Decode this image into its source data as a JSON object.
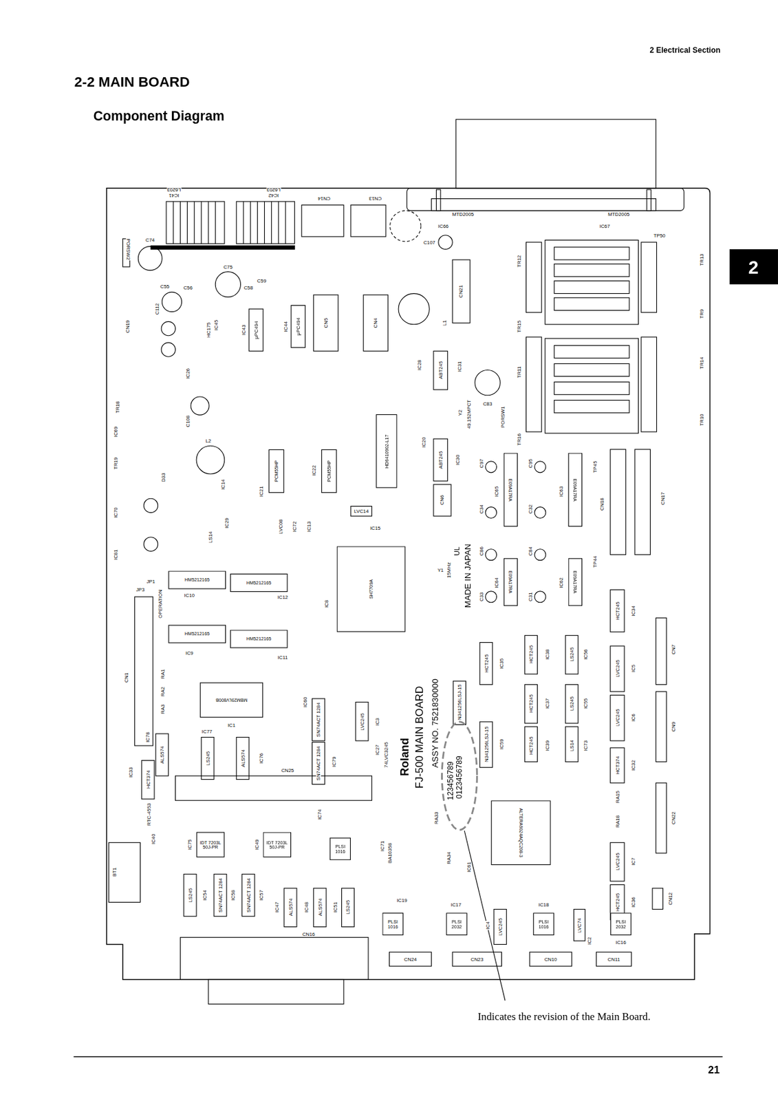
{
  "diagram": {
    "title": "2-2 MAIN BOARD",
    "caption": "Indicates the revision of the Main Board.",
    "nodes": [
      {
        "text": [
          "HM5212165"
        ]
      },
      {
        "text": [
          "HM5212165"
        ]
      },
      {
        "text": [
          "HM5212165"
        ]
      },
      {
        "text": [
          "HM5212165"
        ]
      },
      {
        "text": [
          "SH7709A"
        ]
      },
      {
        "text": [
          "MBM29LV800B"
        ]
      },
      {
        "text": [
          "ALTERA6024AQC208-3"
        ]
      },
      {
        "text": [
          "E09A17RA"
        ]
      },
      {
        "text": [
          "E09A17RA"
        ]
      },
      {
        "text": [
          "E09A17RA"
        ]
      },
      {
        "text": [
          "E09A17RA"
        ]
      },
      {
        "text": [
          "PCM55HP"
        ]
      },
      {
        "text": [
          "PCM55HP"
        ]
      },
      {
        "text": [
          "HD6410902-L17"
        ]
      },
      {
        "text": [
          "IDT 7203L 50J-PR"
        ]
      },
      {
        "text": [
          "IDT 7203L 50J-PR"
        ]
      },
      {
        "text": [
          "PLSI 1016"
        ]
      },
      {
        "text": [
          "PLSI 1016"
        ]
      },
      {
        "text": [
          "PLSI 2032"
        ]
      },
      {
        "text": [
          "PLSI 1016"
        ]
      },
      {
        "text": [
          "PLSI 2032"
        ]
      }
    ],
    "labels": [
      "2 Electrical Section",
      "2",
      "21",
      "Component Diagram",
      "FJ-500 MAIN BOARD",
      "ASSY NO. 7521830000",
      "Roland",
      "MADE IN JAPAN",
      "UL",
      "123456789",
      "0123456789",
      "Y1",
      "15MHz",
      "IC41",
      "L6203",
      "IC42",
      "L6203",
      "CN14",
      "CN13",
      "IC66",
      "MTD2005",
      "IC67",
      "MTD2005",
      "PORSW2",
      "C74",
      "CN19",
      "C112",
      "C55",
      "C56",
      "C75",
      "C58",
      "C59",
      "HC175",
      "IC45",
      "IC43",
      "μPC494",
      "IC44",
      "μPC494",
      "CN5",
      "CN4",
      "L1",
      "CN21",
      "C107",
      "IC28",
      "ABT245",
      "IC31",
      "C83",
      "Y2",
      "49.152MPCT",
      "PORSW1",
      "IC20",
      "ABT245",
      "IC30",
      "TP50",
      "TR13",
      "TR9",
      "TR14",
      "TR10",
      "TR12",
      "TR15",
      "TR11",
      "TR16",
      "CN18",
      "CN17",
      "TP45",
      "TP44",
      "IC65",
      "IC63",
      "IC64",
      "IC62",
      "C97",
      "C95",
      "C34",
      "C32",
      "C86",
      "C84",
      "C33",
      "C31",
      "L2",
      "IC14",
      "D33",
      "IC70",
      "IC81",
      "TR18",
      "IC69",
      "TR19",
      "C108",
      "IC26",
      "IC29",
      "LS14",
      "JP1",
      "JP3",
      "OPERATION",
      "IC10",
      "IC12",
      "IC9",
      "IC11",
      "IC8",
      "CN1",
      "RA1",
      "RA2",
      "RA3",
      "IC1",
      "IC21",
      "IC22",
      "LVC08",
      "IC72",
      "IC13",
      "LVC14",
      "IC15",
      "CN6",
      "IC78",
      "IC77",
      "ALS574",
      "LS245",
      "ALS574",
      "IC76",
      "IC60",
      "SN74ACT 1284",
      "SN74ACT 1284",
      "IC79",
      "LVC245",
      "IC3",
      "IC27",
      "74LVC3245",
      "CN25",
      "IC33",
      "HCT374",
      "RTC-4553",
      "IC40",
      "BT1",
      "IC75",
      "IC49",
      "IC74",
      "IC71",
      "BA10358",
      "IC54",
      "LS245",
      "IC58",
      "SN74ACT 1284",
      "IC57",
      "SN74ACT 1284",
      "IC47",
      "ALS574",
      "IC48",
      "ALS574",
      "IC51",
      "LS245",
      "CN16",
      "IC19",
      "IC17",
      "IC4",
      "LVC245",
      "IC18",
      "LVC74",
      "IC2",
      "IC16",
      "CN24",
      "CN23",
      "CN10",
      "CN11",
      "IC61",
      "RA33",
      "RA34",
      "IC34",
      "HCT245",
      "CN7",
      "IC5",
      "LVC245",
      "IC6",
      "LVC245",
      "CN9",
      "IC32",
      "HCT374",
      "RA15",
      "RA18",
      "CN22",
      "IC7",
      "LVC245",
      "HCT245",
      "IC36",
      "CN12",
      "HCT245",
      "IC35",
      "N341256LSJ-15",
      "IC59",
      "N341256LSJ-15",
      "HCT245",
      "IC38",
      "LS245",
      "IC56",
      "HCT245",
      "IC37",
      "LS245",
      "IC55",
      "HCT245",
      "IC39",
      "LS14",
      "IC73"
    ]
  }
}
